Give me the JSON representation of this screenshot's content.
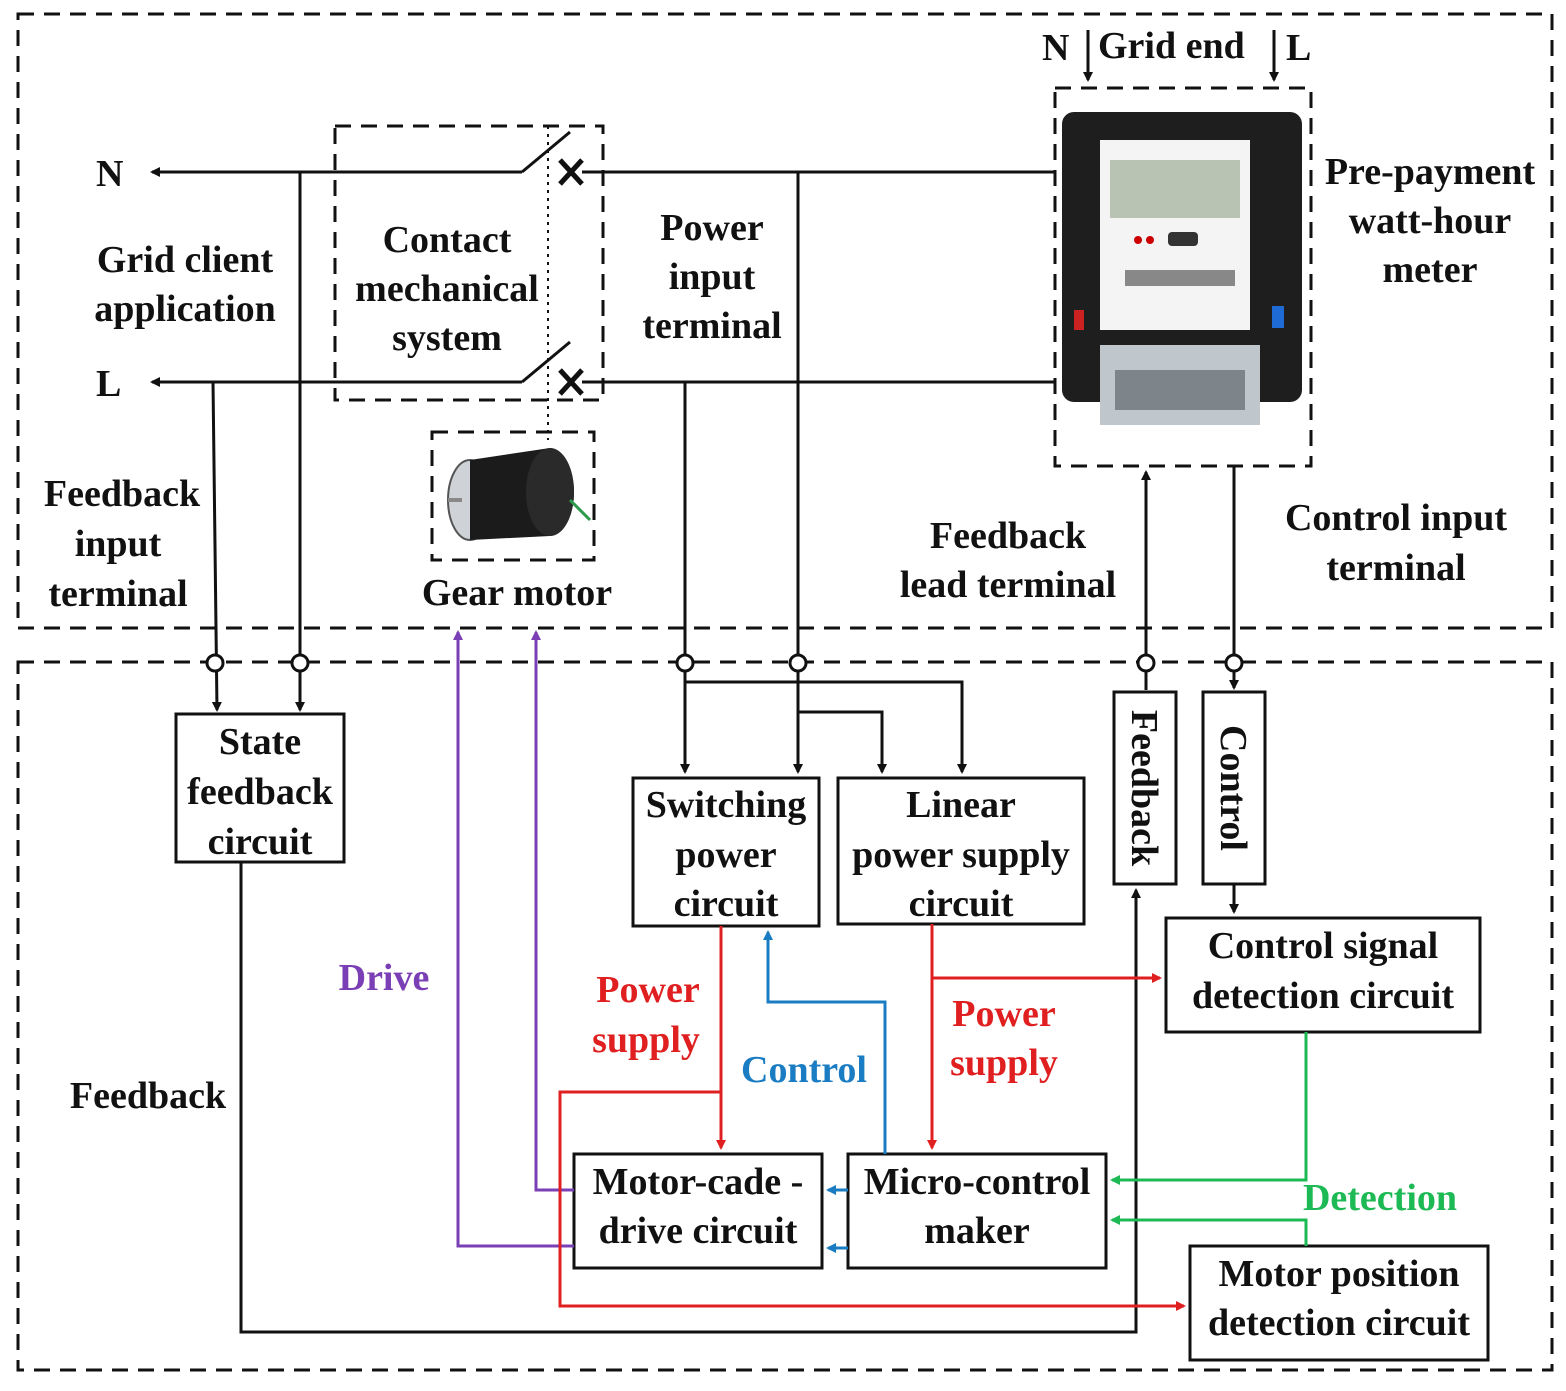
{
  "colors": {
    "top_panel": "#ece9f2",
    "bottom_panel": "#d9ebf3",
    "power": "#e02020",
    "control": "#1a7cc2",
    "detection": "#1db954",
    "drive": "#7b3fb5"
  },
  "top": {
    "grid_end": "Grid end",
    "N": "N",
    "L": "L",
    "grid_client_1": "Grid client",
    "grid_client_2": "application",
    "contact_1": "Contact",
    "contact_2": "mechanical",
    "contact_3": "system",
    "power_input_1": "Power",
    "power_input_2": "input",
    "power_input_3": "terminal",
    "prepay_1": "Pre-payment",
    "prepay_2": "watt-hour",
    "prepay_3": "meter",
    "feedback_input_1": "Feedback",
    "feedback_input_2": "input",
    "feedback_input_3": "terminal",
    "gear_motor": "Gear motor",
    "feedback_lead_1": "Feedback",
    "feedback_lead_2": "lead terminal",
    "control_input_1": "Control input",
    "control_input_2": "terminal"
  },
  "bottom": {
    "state_fb_1": "State",
    "state_fb_2": "feedback",
    "state_fb_3": "circuit",
    "switching_1": "Switching",
    "switching_2": "power",
    "switching_3": "circuit",
    "linear_1": "Linear",
    "linear_2": "power supply",
    "linear_3": "circuit",
    "feedback_vert": "Feedback",
    "control_vert": "Control",
    "csd_1": "Control signal",
    "csd_2": "detection circuit",
    "motor_drive_1": "Motor-cade -",
    "motor_drive_2": "drive circuit",
    "mcu_1": "Micro-control",
    "mcu_2": "maker",
    "mpd_1": "Motor position",
    "mpd_2": "detection circuit",
    "drive": "Drive",
    "power_supply_1a": "Power",
    "power_supply_1b": "supply",
    "power_supply_2a": "Power",
    "power_supply_2b": "supply",
    "control_label": "Control",
    "feedback_label": "Feedback",
    "detection": "Detection"
  },
  "meter_device": {
    "icon": "watt-hour-meter-icon"
  },
  "motor_device": {
    "icon": "gear-motor-icon"
  }
}
